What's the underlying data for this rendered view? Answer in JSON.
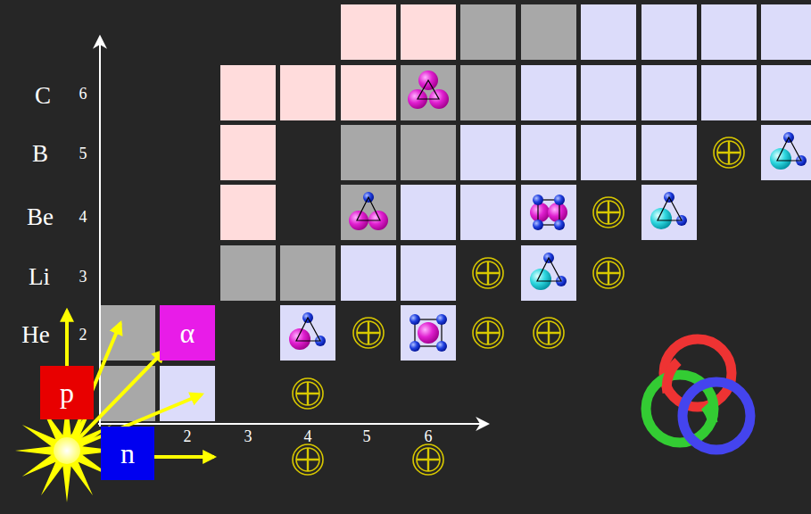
{
  "diagram": {
    "nodes": [
      {
        "text": [
          "α"
        ]
      },
      {
        "text": [
          "p"
        ]
      },
      {
        "text": [
          "n"
        ]
      }
    ],
    "labels": [
      "C",
      "6",
      "B",
      "5",
      "Be",
      "4",
      "Li",
      "3",
      "He",
      "2",
      "2",
      "3",
      "4",
      "5",
      "6"
    ]
  }
}
